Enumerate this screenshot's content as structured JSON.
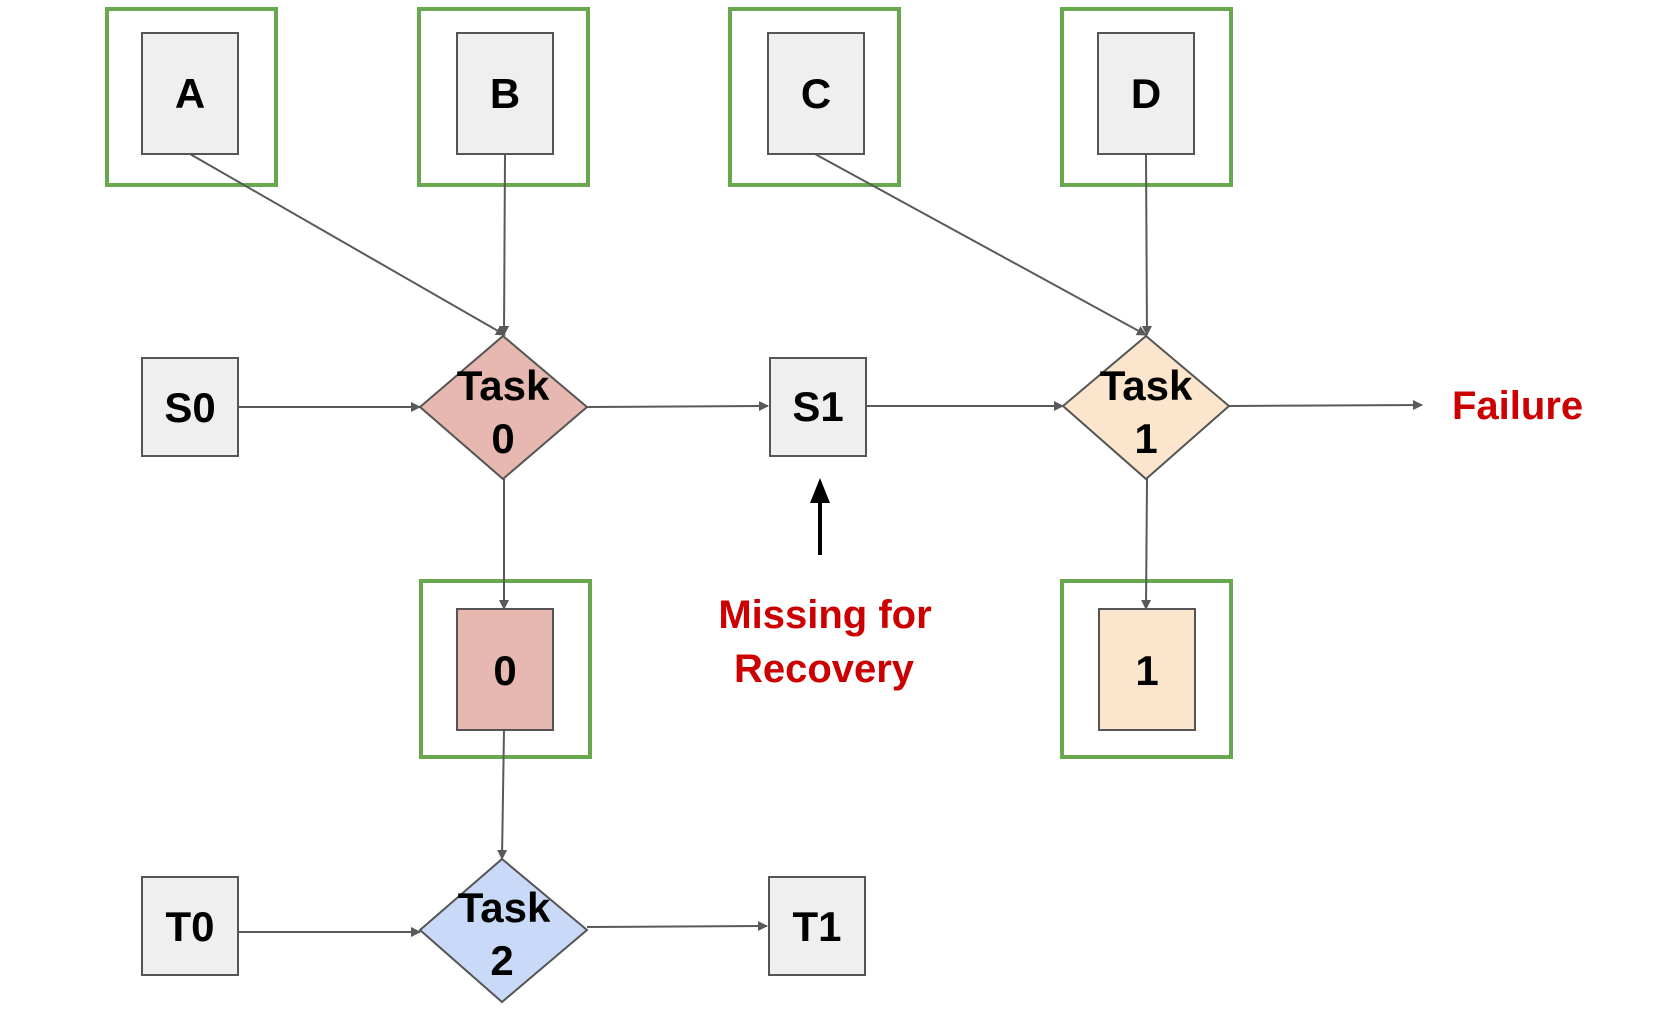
{
  "colors": {
    "frame_green": "#6aa84f",
    "box_gray": "#efefef",
    "box_stroke": "#555555",
    "task0_fill": "#e6b8af",
    "task1_fill": "#fce5cd",
    "task2_fill": "#c9daf8",
    "annotation_red": "#cc0000",
    "edge": "#595959"
  },
  "nodes": {
    "A": "A",
    "B": "B",
    "C": "C",
    "D": "D",
    "S0": "S0",
    "S1": "S1",
    "T0": "T0",
    "T1": "T1",
    "out0": "0",
    "out1": "1",
    "task0": {
      "line1": "Task",
      "line2": "0"
    },
    "task1": {
      "line1": "Task",
      "line2": "1"
    },
    "task2": {
      "line1": "Task",
      "line2": "2"
    }
  },
  "annotations": {
    "failure": "Failure",
    "missing_line1": "Missing for",
    "missing_line2": "Recovery"
  }
}
